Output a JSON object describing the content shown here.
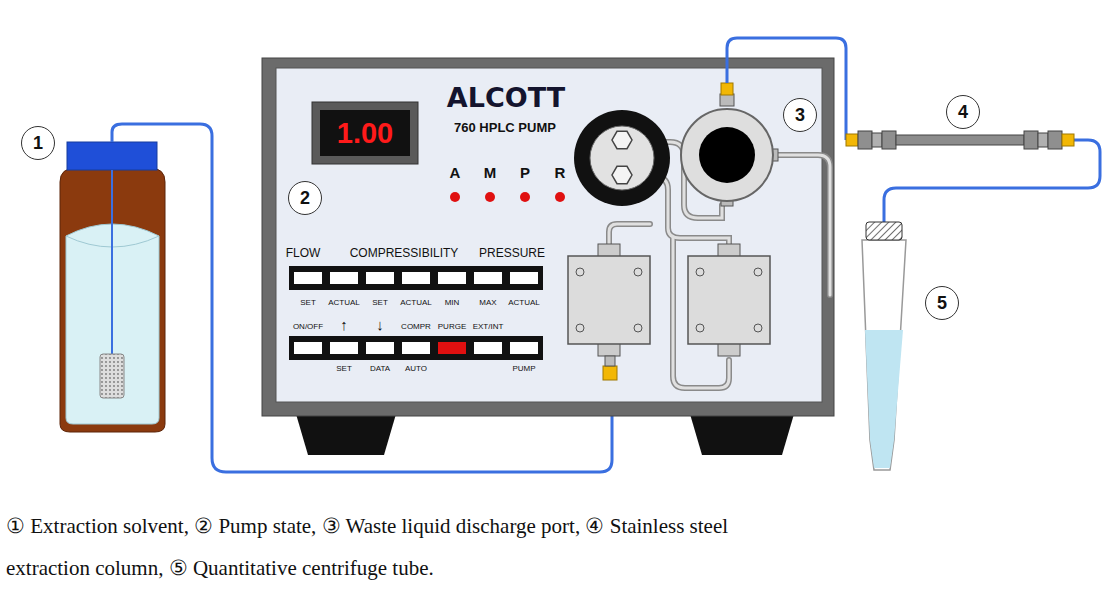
{
  "diagram": {
    "caption": "① Extraction solvent, ② Pump state, ③ Waste liquid discharge port, ④ Stainless steel extraction column, ⑤ Quantitative centrifuge tube.",
    "nodes": [
      {
        "text": [
          "1"
        ]
      },
      {
        "text": [
          "2"
        ]
      },
      {
        "text": [
          "3"
        ]
      },
      {
        "text": [
          "4"
        ]
      },
      {
        "text": [
          "5"
        ]
      },
      {
        "text": [
          "1.00"
        ]
      }
    ],
    "labels": [
      "ALCOTT",
      "760 HPLC PUMP",
      "A",
      "M",
      "P",
      "R",
      "FLOW",
      "COMPRESSIBILITY",
      "PRESSURE",
      "SET",
      "ACTUAL",
      "SET",
      "ACTUAL",
      "MIN",
      "MAX",
      "ACTUAL",
      "ON/OFF",
      "↑",
      "↓",
      "COMPR",
      "PURGE",
      "EXT/INT",
      "SET",
      "DATA",
      "AUTO",
      "PUMP"
    ]
  }
}
